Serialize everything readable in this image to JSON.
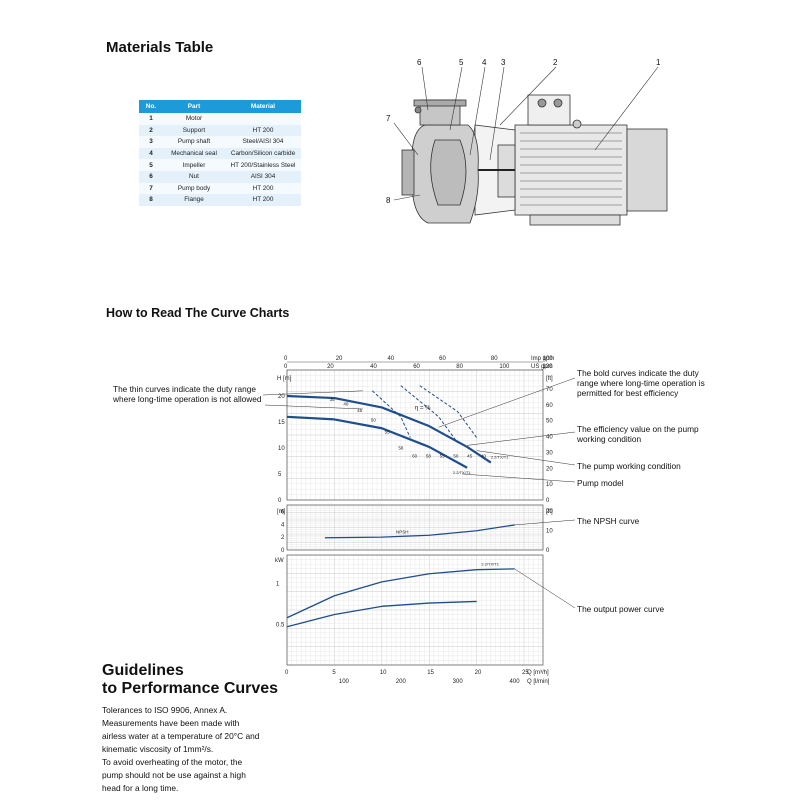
{
  "materials": {
    "title": "Materials Table",
    "headers": [
      "No.",
      "Part",
      "Material"
    ],
    "rows": [
      [
        "1",
        "Motor",
        ""
      ],
      [
        "2",
        "Support",
        "HT 200"
      ],
      [
        "3",
        "Pump shaft",
        "Steel/AISI 304"
      ],
      [
        "4",
        "Mechanical seal",
        "Carbon/Silicon carbide"
      ],
      [
        "5",
        "Impeller",
        "HT 200/Stainless Steel"
      ],
      [
        "6",
        "Nut",
        "AISI 304"
      ],
      [
        "7",
        "Pump body",
        "HT 200"
      ],
      [
        "8",
        "Flange",
        "HT 200"
      ]
    ]
  },
  "drawing": {
    "callouts": [
      "6",
      "5",
      "4",
      "3",
      "2",
      "1",
      "7",
      "8"
    ]
  },
  "curves": {
    "title": "How  to Read The Curve Charts",
    "annotations": {
      "thin_curves": "The thin curves indicate the duty range where long-time operation is not allowed",
      "bold_curves": "The bold curves indicate the duty range where long-time operation is permitted for best efficiency",
      "efficiency_value": "The efficiency value on the pump working condition",
      "working_condition": "The pump working condition",
      "pump_model": "Pump model",
      "npsh": "The NPSH curve",
      "power": "The output power curve"
    }
  },
  "chart_labels": {
    "top_axis1_unit": "Imp gpm",
    "top_axis2_unit": "US gpm",
    "h_unit": "H [m]",
    "h_ft_unit": "[ft]",
    "npsh_unit": "[m]",
    "npsh_ft_unit": "[ft]",
    "kw_unit": "kW",
    "q_unit1": "Q [m³/h]",
    "q_unit2": "Q [l/min]",
    "eta_label": "η = %",
    "npsh_label": "NPSH",
    "model_label_1": "2.2/TX/T1",
    "model_label_2": "2.2/TX/T1",
    "model_label_3": "2.2/TX/T1"
  },
  "chart_data": {
    "type": "line",
    "axes": {
      "imp_gpm_ticks": [
        0,
        20,
        40,
        60,
        80,
        100
      ],
      "us_gpm_ticks": [
        0,
        20,
        40,
        60,
        80,
        100,
        120
      ],
      "h_m_ticks": [
        0,
        5,
        10,
        15,
        20
      ],
      "h_ft_ticks": [
        0,
        10,
        20,
        30,
        40,
        50,
        60,
        70
      ],
      "npsh_m_ticks": [
        0,
        2,
        4,
        6
      ],
      "npsh_ft_ticks": [
        0,
        10,
        20
      ],
      "kw_ticks": [
        0.5,
        1
      ],
      "q_m3h_ticks": [
        0,
        5,
        10,
        15,
        20,
        25
      ],
      "q_lmin_ticks": [
        100,
        200,
        300,
        400
      ],
      "xlim": [
        0,
        27
      ],
      "h_ylim": [
        0,
        25
      ],
      "npsh_ylim": [
        0,
        7
      ],
      "kw_ylim": [
        0,
        1.35
      ]
    },
    "series": [
      {
        "panel": "head",
        "style": "bold",
        "x": [
          0,
          5,
          10,
          15,
          19,
          21.5
        ],
        "y": [
          20,
          19.6,
          17.8,
          14.2,
          10.2,
          7.2
        ]
      },
      {
        "panel": "head",
        "style": "bold",
        "x": [
          0,
          5,
          10,
          15,
          19
        ],
        "y": [
          16,
          15.5,
          13.8,
          10.2,
          6.2
        ]
      },
      {
        "panel": "npsh",
        "style": "line",
        "x": [
          4,
          10,
          15,
          20,
          24
        ],
        "y": [
          1.9,
          2.0,
          2.3,
          3.0,
          3.9
        ]
      },
      {
        "panel": "power",
        "style": "line",
        "x": [
          0,
          5,
          10,
          15,
          20,
          24
        ],
        "y": [
          0.58,
          0.85,
          1.02,
          1.12,
          1.17,
          1.18
        ]
      },
      {
        "panel": "power",
        "style": "line",
        "x": [
          0,
          5,
          10,
          15,
          20
        ],
        "y": [
          0.47,
          0.62,
          0.72,
          0.76,
          0.78
        ]
      }
    ],
    "efficiency_labels": [
      "35",
      "40",
      "45",
      "50",
      "55",
      "58",
      "60",
      "58",
      "55",
      "50",
      "45",
      "40"
    ]
  },
  "guidelines": {
    "title_line1": "Guidelines",
    "title_line2": "to Performance Curves",
    "body": [
      "Tolerances to ISO 9906, Annex A.",
      "Measurements have been made with",
      "airless water at a temperature of 20°C and",
      "kinematic viscosity of 1mm²/s.",
      "To avoid overheating of the motor, the",
      "pump should not be use against a high",
      "head for a long time."
    ]
  }
}
